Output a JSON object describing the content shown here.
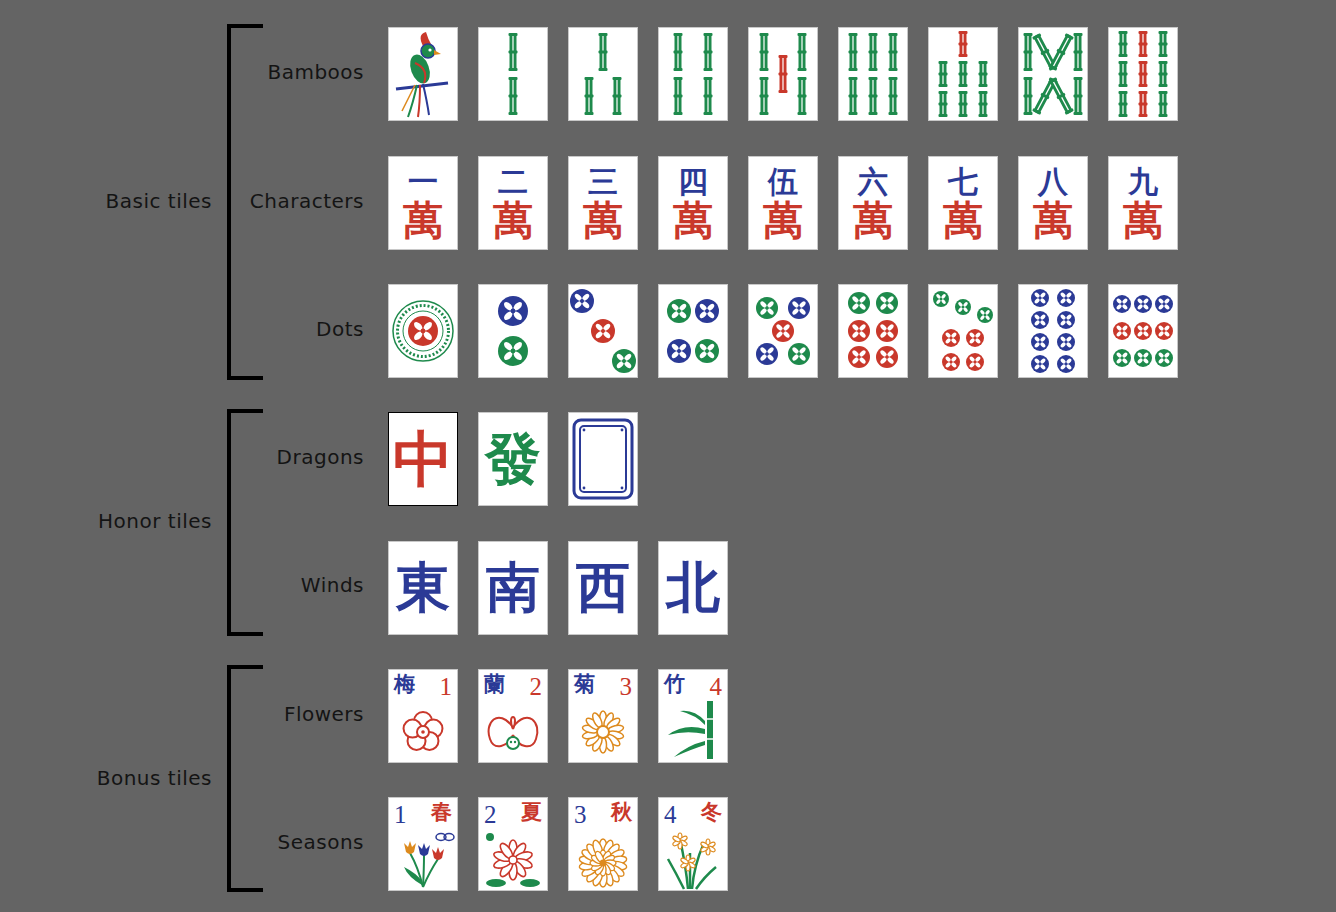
{
  "diagram": {
    "nodes": [
      {
        "text": [
          "一",
          "萬"
        ]
      },
      {
        "text": [
          "二",
          "萬"
        ]
      },
      {
        "text": [
          "三",
          "萬"
        ]
      },
      {
        "text": [
          "四",
          "萬"
        ]
      },
      {
        "text": [
          "伍",
          "萬"
        ]
      },
      {
        "text": [
          "六",
          "萬"
        ]
      },
      {
        "text": [
          "七",
          "萬"
        ]
      },
      {
        "text": [
          "八",
          "萬"
        ]
      },
      {
        "text": [
          "九",
          "萬"
        ]
      },
      {
        "text": [
          "中"
        ]
      },
      {
        "text": [
          "發"
        ]
      },
      {
        "text": [
          "東"
        ]
      },
      {
        "text": [
          "南"
        ]
      },
      {
        "text": [
          "西"
        ]
      },
      {
        "text": [
          "北"
        ]
      },
      {
        "text": [
          "梅",
          "1"
        ]
      },
      {
        "text": [
          "蘭",
          "2"
        ]
      },
      {
        "text": [
          "菊",
          "3"
        ]
      },
      {
        "text": [
          "竹",
          "4"
        ]
      },
      {
        "text": [
          "1",
          "春"
        ]
      },
      {
        "text": [
          "2",
          "夏"
        ]
      },
      {
        "text": [
          "3",
          "秋"
        ]
      },
      {
        "text": [
          "4",
          "冬"
        ]
      }
    ],
    "labels": [
      "Bamboos",
      "Basic tiles",
      "Characters",
      "Dots",
      "Dragons",
      "Honor tiles",
      "Winds",
      "Flowers",
      "Bonus tiles",
      "Seasons"
    ]
  }
}
